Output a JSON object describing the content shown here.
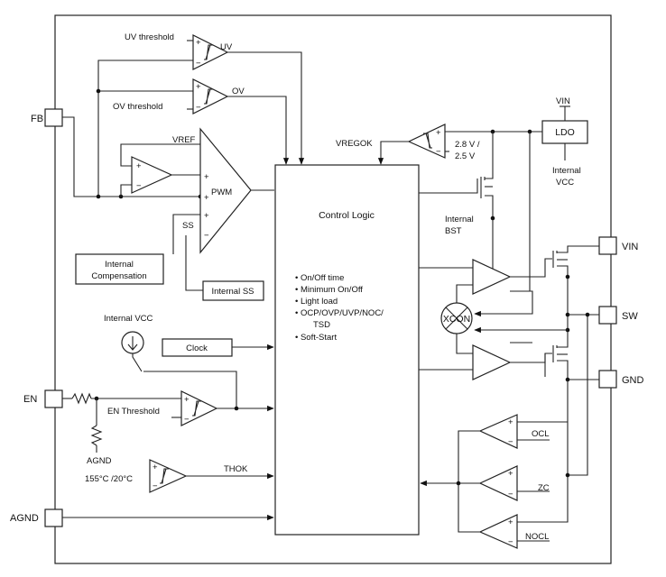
{
  "pins": {
    "fb": "FB",
    "en": "EN",
    "agnd": "AGND",
    "vin": "VIN",
    "sw": "SW",
    "gnd": "GND"
  },
  "labels": {
    "uv_threshold": "UV threshold",
    "uv": "UV",
    "ov_threshold": "OV threshold",
    "ov": "OV",
    "vref": "VREF",
    "pwm": "PWM",
    "ss": "SS",
    "internal_compensation_1": "Internal",
    "internal_compensation_2": "Compensation",
    "internal_ss": "Internal SS",
    "internal_vcc": "Internal VCC",
    "clock": "Clock",
    "en_threshold": "EN Threshold",
    "agnd_label": "AGND",
    "temp": "155°C /20°C",
    "thok": "THOK",
    "vregok": "VREGOK",
    "vreg_v1": "2.8 V /",
    "vreg_v2": "2.5 V",
    "vin_top": "VIN",
    "ldo": "LDO",
    "ldo_out_1": "Internal",
    "ldo_out_2": "VCC",
    "internal_bst_1": "Internal",
    "internal_bst_2": "BST",
    "xcon": "XCON",
    "ocl": "OCL",
    "zc": "ZC",
    "nocl": "NOCL",
    "plus": "+",
    "minus": "−"
  },
  "control_logic": {
    "title": "Control Logic",
    "features": [
      "On/Off time",
      "Minimum On/Off",
      "Light load",
      "OCP/OVP/UVP/NOC/",
      "TSD",
      "Soft-Start"
    ]
  }
}
